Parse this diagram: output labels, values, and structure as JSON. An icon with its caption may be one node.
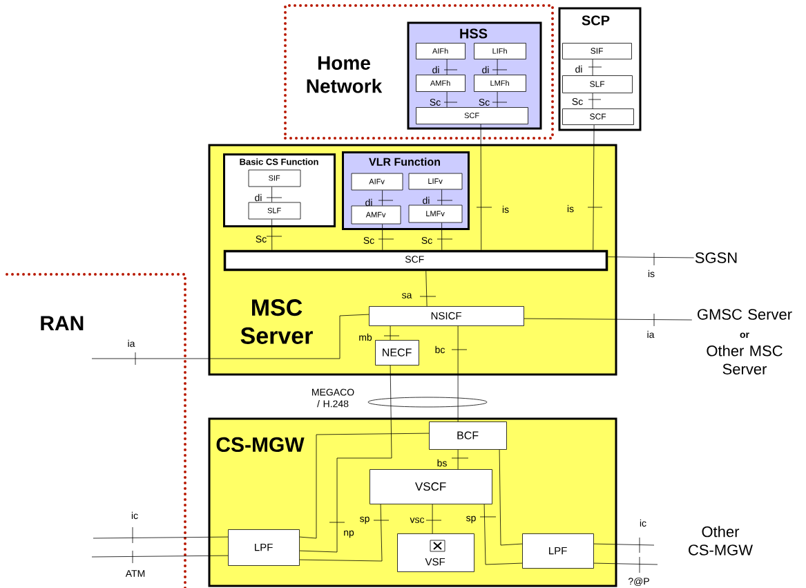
{
  "diagram": {
    "nodes": [
      {
        "text": [
          "Home Network"
        ]
      },
      {
        "text": [
          "HSS"
        ],
        "in": 0
      },
      {
        "text": [
          "AIFh"
        ],
        "in": 1
      },
      {
        "text": [
          "LIFh"
        ],
        "in": 1
      },
      {
        "text": [
          "AMFh"
        ],
        "in": 1
      },
      {
        "text": [
          "LMFh"
        ],
        "in": 1
      },
      {
        "text": [
          "SCF"
        ],
        "in": 1
      },
      {
        "text": [
          "SCP"
        ]
      },
      {
        "text": [
          "SIF"
        ],
        "in": 7
      },
      {
        "text": [
          "SLF"
        ],
        "in": 7
      },
      {
        "text": [
          "SCF"
        ],
        "in": 7
      },
      {
        "text": [
          "MSC Server"
        ]
      },
      {
        "text": [
          "Basic CS  Function"
        ],
        "in": 11
      },
      {
        "text": [
          "SIF"
        ],
        "in": 12
      },
      {
        "text": [
          "SLF"
        ],
        "in": 12
      },
      {
        "text": [
          "VLR Function"
        ],
        "in": 11
      },
      {
        "text": [
          "AIFv"
        ],
        "in": 15
      },
      {
        "text": [
          "LIFv"
        ],
        "in": 15
      },
      {
        "text": [
          "AMFv"
        ],
        "in": 15
      },
      {
        "text": [
          "LMFv"
        ],
        "in": 15
      },
      {
        "text": [
          "SCF"
        ],
        "in": 11
      },
      {
        "text": [
          "NSICF"
        ],
        "in": 11
      },
      {
        "text": [
          "NECF"
        ],
        "in": 11
      },
      {
        "text": [
          "RAN"
        ]
      },
      {
        "text": [
          "SGSN"
        ]
      },
      {
        "text": [
          "GMSC Server",
          "or",
          "Other MSC Server"
        ]
      },
      {
        "text": [
          "CS-MGW"
        ]
      },
      {
        "text": [
          "BCF"
        ],
        "in": 26
      },
      {
        "text": [
          "VSCF"
        ],
        "in": 26
      },
      {
        "text": [
          "LPF"
        ],
        "in": 26
      },
      {
        "text": [
          "VSF"
        ],
        "in": 26
      },
      {
        "text": [
          "LPF"
        ],
        "in": 26
      },
      {
        "text": [
          "Other CS-MGW"
        ]
      },
      {
        "text": [],
        "shape": "ellipse"
      }
    ],
    "edges": [
      {
        "from": 2,
        "to": 4,
        "arrow": "none",
        "label": "di"
      },
      {
        "from": 3,
        "to": 5,
        "arrow": "none",
        "label": "di"
      },
      {
        "from": 4,
        "to": 6,
        "arrow": "none",
        "label": "Sc"
      },
      {
        "from": 5,
        "to": 6,
        "arrow": "none",
        "label": "Sc"
      },
      {
        "from": 8,
        "to": 9,
        "arrow": "none",
        "label": "di"
      },
      {
        "from": 9,
        "to": 10,
        "arrow": "none",
        "label": "Sc"
      },
      {
        "from": 13,
        "to": 14,
        "arrow": "none",
        "label": "di"
      },
      {
        "from": 16,
        "to": 18,
        "arrow": "none",
        "label": "di"
      },
      {
        "from": 17,
        "to": 19,
        "arrow": "none",
        "label": "di"
      },
      {
        "from": 14,
        "to": 20,
        "arrow": "none",
        "label": "Sc"
      },
      {
        "from": 18,
        "to": 20,
        "arrow": "none",
        "label": "Sc"
      },
      {
        "from": 19,
        "to": 20,
        "arrow": "none",
        "label": "Sc"
      },
      {
        "from": 6,
        "to": 20,
        "arrow": "none",
        "label": "is"
      },
      {
        "from": 10,
        "to": 20,
        "arrow": "none",
        "label": "is"
      },
      {
        "from": 20,
        "to": 24,
        "arrow": "none",
        "label": "is"
      },
      {
        "from": 20,
        "to": 21,
        "arrow": "none",
        "label": "sa"
      },
      {
        "from": 23,
        "to": 21,
        "arrow": "none",
        "label": "ia"
      },
      {
        "from": 21,
        "to": 25,
        "arrow": "none",
        "label": "ia"
      },
      {
        "from": 21,
        "to": 22,
        "arrow": "none",
        "label": "mb"
      },
      {
        "from": 21,
        "to": 27,
        "arrow": "none",
        "label": "bc"
      },
      {
        "from": 22,
        "to": 29,
        "arrow": "none",
        "label": "np"
      },
      {
        "from": 27,
        "to": 29,
        "arrow": "none"
      },
      {
        "from": 23,
        "to": 29,
        "arrow": "none",
        "label": "ic"
      },
      {
        "from": 23,
        "to": 29,
        "arrow": "none",
        "label": "ATM"
      },
      {
        "from": 29,
        "to": 28,
        "arrow": "none",
        "label": "sp"
      },
      {
        "from": 28,
        "to": 30,
        "arrow": "none",
        "label": "vsc"
      },
      {
        "from": 28,
        "to": 31,
        "arrow": "none",
        "label": "sp"
      },
      {
        "from": 27,
        "to": 28,
        "arrow": "none",
        "label": "bs"
      },
      {
        "from": 27,
        "to": 31,
        "arrow": "none"
      },
      {
        "from": 31,
        "to": null,
        "arrow": "none",
        "label": "ic"
      },
      {
        "from": 31,
        "to": null,
        "arrow": "none",
        "label": "?@P"
      }
    ],
    "labels": [
      "MEGACO / H.248"
    ]
  }
}
